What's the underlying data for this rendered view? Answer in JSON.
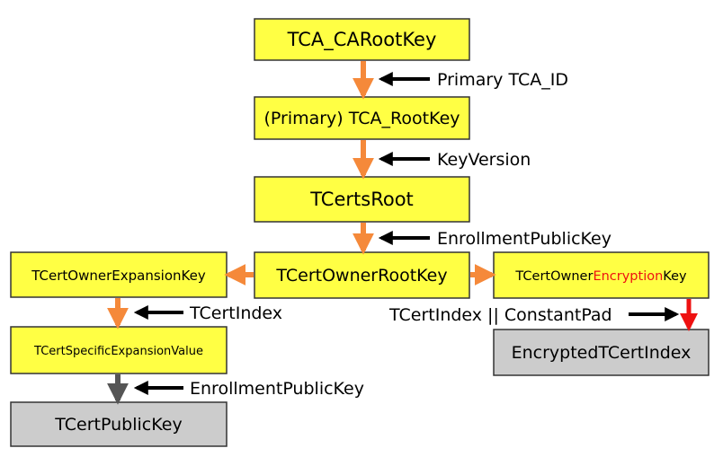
{
  "colors": {
    "box_yellow": "#ffff44",
    "box_gray": "#cccccc",
    "box_border": "#333333",
    "arrow_orange": "#f5893a",
    "arrow_red": "#ee1111",
    "arrow_dark": "#555555",
    "arrow_black": "#000000",
    "highlight_red": "#ee1111"
  },
  "nodes": {
    "tca_ca_root_key": "TCA_CARootKey",
    "primary_tca_root_key": "(Primary) TCA_RootKey",
    "tcerts_root": "TCertsRoot",
    "tcert_owner_root_key": "TCertOwnerRootKey",
    "tcert_owner_expansion_key": "TCertOwnerExpansionKey",
    "tcert_owner_encryption_key": {
      "prefix": "TCertOwner",
      "highlight": "Encryption",
      "suffix": "Key"
    },
    "tcert_specific_expansion_value": "TCertSpecificExpansionValue",
    "tcert_public_key": "TCertPublicKey",
    "encrypted_tcert_index": "EncryptedTCertIndex"
  },
  "inputs": {
    "primary_tca_id": "Primary TCA_ID",
    "key_version": "KeyVersion",
    "enrollment_public_key_1": "EnrollmentPublicKey",
    "tcert_index": "TCertIndex",
    "tcert_index_constant_pad": "TCertIndex || ConstantPad",
    "enrollment_public_key_2": "EnrollmentPublicKey"
  }
}
